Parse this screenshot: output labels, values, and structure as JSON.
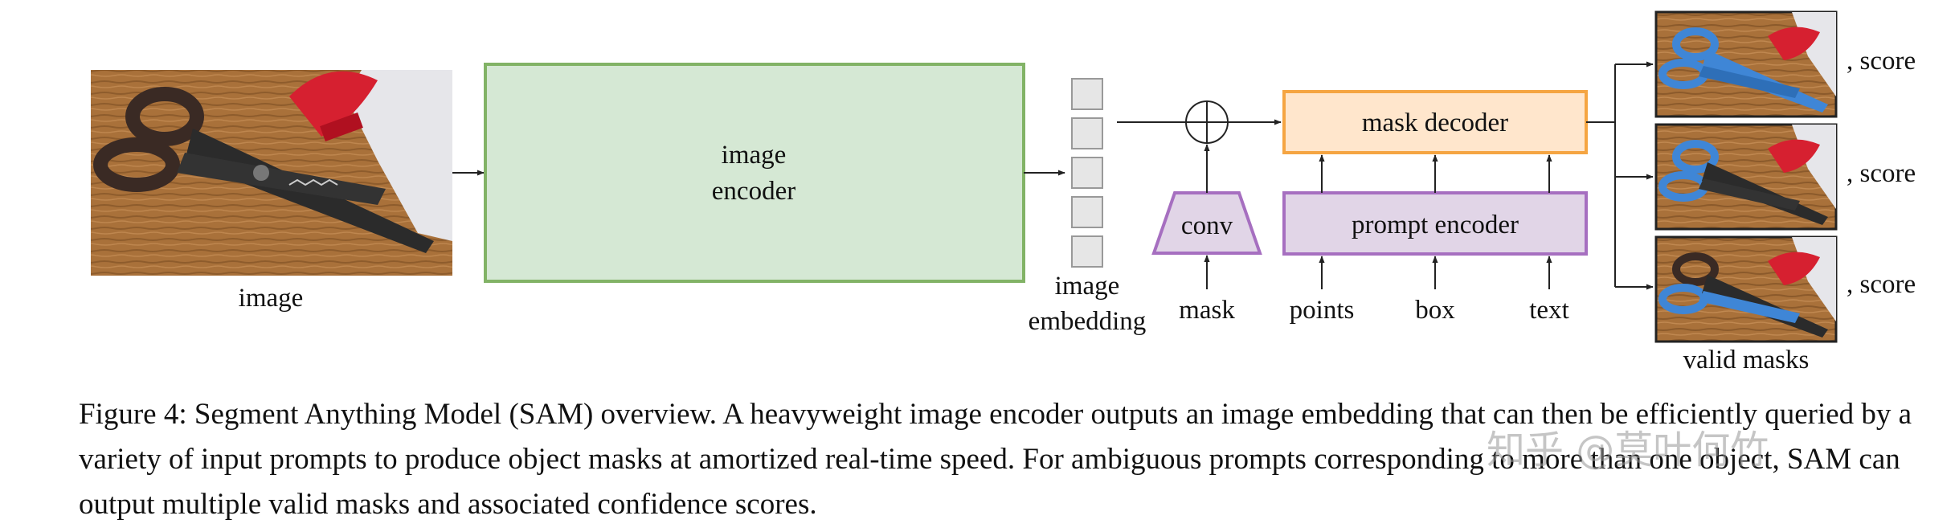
{
  "figure": {
    "labels": {
      "input_image": "image",
      "image_encoder_line1": "image",
      "image_encoder_line2": "encoder",
      "image_embedding_line1": "image",
      "image_embedding_line2": "embedding",
      "conv": "conv",
      "mask": "mask",
      "mask_decoder": "mask decoder",
      "prompt_encoder": "prompt encoder",
      "points": "points",
      "box": "box",
      "text": "text",
      "score": ", score",
      "valid_masks": "valid masks"
    },
    "colors": {
      "encoder_fill": "#d5e8d4",
      "encoder_stroke": "#82b366",
      "decoder_fill": "#ffe6cc",
      "decoder_stroke": "#f5a542",
      "prompt_fill": "#e1d5e7",
      "prompt_stroke": "#a66fc0",
      "embedding_fill": "#e6e6e6",
      "embedding_stroke": "#999999",
      "mask_highlight": "#3f86d6",
      "wood": "#a9713a"
    }
  },
  "caption": {
    "text": "Figure 4: Segment Anything Model (SAM) overview. A heavyweight image encoder outputs an image embedding that can then be efficiently queried by a variety of input prompts to produce object masks at amortized real-time speed. For ambiguous prompts corresponding to more than one object, SAM can output multiple valid masks and associated confidence scores."
  },
  "watermark": "知乎 @莫叶何竹"
}
